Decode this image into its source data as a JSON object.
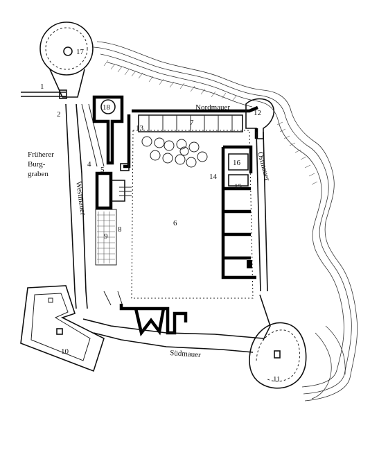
{
  "map": {
    "labels": {
      "nordmauer": "Nordmauer",
      "ostmauer": "Ostmauer",
      "suedmauer": "Südmauer",
      "westmauer": "Westmauer",
      "burggraben_1": "Früherer",
      "burggraben_2": "Burg-",
      "burggraben_3": "graben"
    },
    "numbers": {
      "n1": "1",
      "n2": "2",
      "n4": "4",
      "n5": "5",
      "n6": "6",
      "n7": "7",
      "n8": "8",
      "n9": "9",
      "n10": "10",
      "n11": "11",
      "n12": "12",
      "n13": "13",
      "n14": "14",
      "n15": "15",
      "n16": "16",
      "n17": "17",
      "n18": "18"
    }
  }
}
